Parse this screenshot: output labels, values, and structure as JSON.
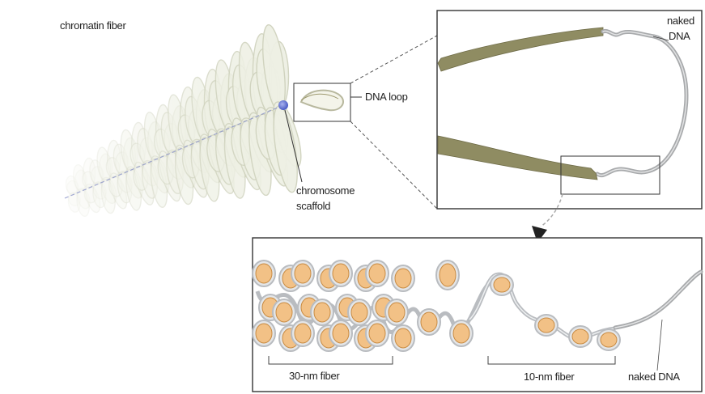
{
  "labels": {
    "chromatin_fiber": "chromatin fiber",
    "dna_loop": "DNA loop",
    "chromosome_scaffold_line1": "chromosome",
    "chromosome_scaffold_line2": "scaffold",
    "naked_dna_top_line1": "naked",
    "naked_dna_top_line2": "DNA",
    "fiber_30nm": "30-nm fiber",
    "fiber_10nm": "10-nm fiber",
    "naked_dna_bottom": "naked DNA"
  },
  "colors": {
    "chromatin": "#cfd2bd",
    "chromatin_fill": "#eef0e4",
    "scaffold_dot": "#5b6bd0",
    "chromatin_band": "#8f8c62",
    "naked_dna": "#a8aaac",
    "nucleosome": "#f2c186",
    "nucleosome_outline": "#c98b42",
    "dna_wrap": "#b9bcc0",
    "frame": "#333333"
  }
}
